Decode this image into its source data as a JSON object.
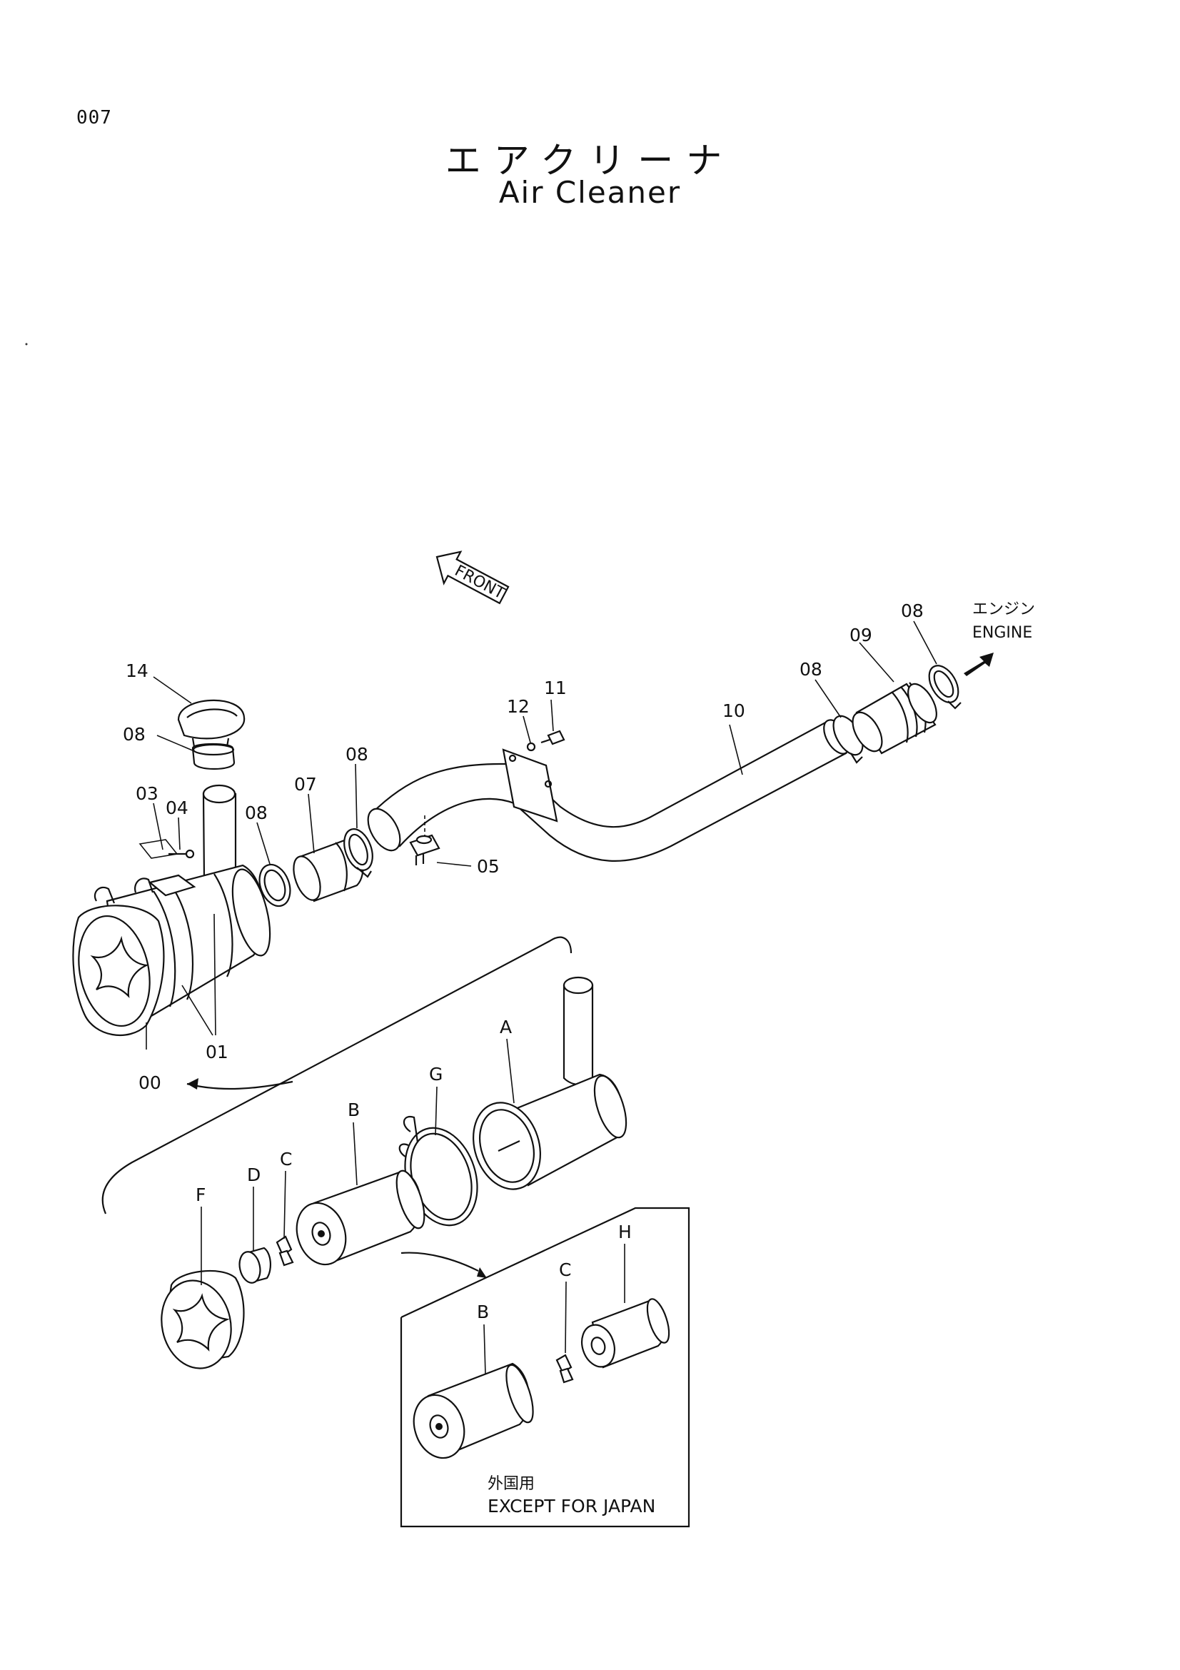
{
  "page_number": "007",
  "title": {
    "japanese": "エアクリーナ",
    "english": "Air Cleaner"
  },
  "front_marker": "FRONT",
  "engine_label": {
    "japanese": "エンジン",
    "english": "ENGINE"
  },
  "inset_caption": {
    "japanese": "外国用",
    "english": "EXCEPT FOR JAPAN"
  },
  "callouts": {
    "p14": "14",
    "p08_cap": "08",
    "p03": "03",
    "p04": "04",
    "p08_left": "08",
    "p07": "07",
    "p08_mid": "08",
    "p12": "12",
    "p11": "11",
    "p05": "05",
    "p10": "10",
    "p08_right": "08",
    "p09": "09",
    "p08_far": "08",
    "p00": "00",
    "p01": "01",
    "pA": "A",
    "pG": "G",
    "pB": "B",
    "pC": "C",
    "pD": "D",
    "pF": "F",
    "pB_inset": "B",
    "pC_inset": "C",
    "pH": "H"
  }
}
